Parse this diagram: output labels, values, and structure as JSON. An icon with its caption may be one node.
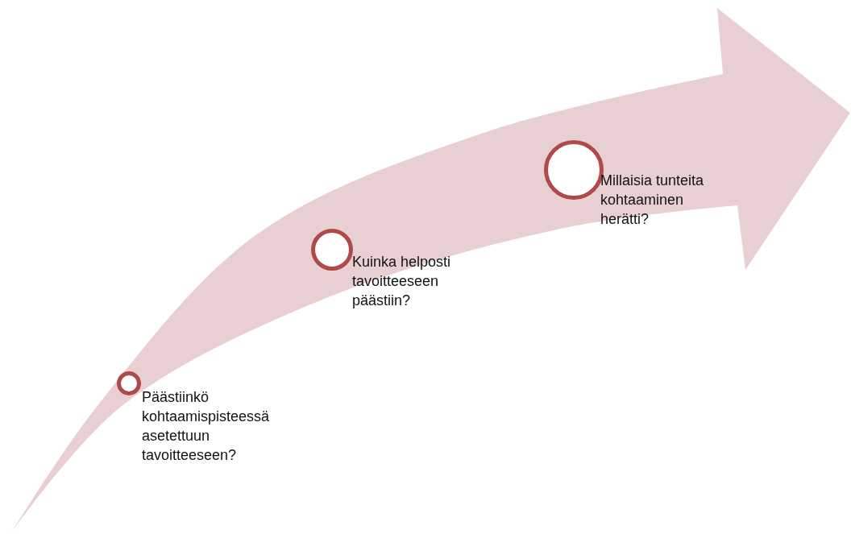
{
  "diagram": {
    "nodes": [
      {
        "text": [],
        "shape": "circle",
        "beside": [
          "Päästiinkö kohtaamispisteessä asetettuun tavoitteeseen?"
        ]
      },
      {
        "text": [],
        "shape": "circle",
        "beside": [
          "Kuinka helposti tavoitteeseen päästiin?"
        ]
      },
      {
        "text": [],
        "shape": "circle",
        "beside": [
          "Millaisia tunteita kohtaaminen herätti?"
        ]
      }
    ]
  }
}
